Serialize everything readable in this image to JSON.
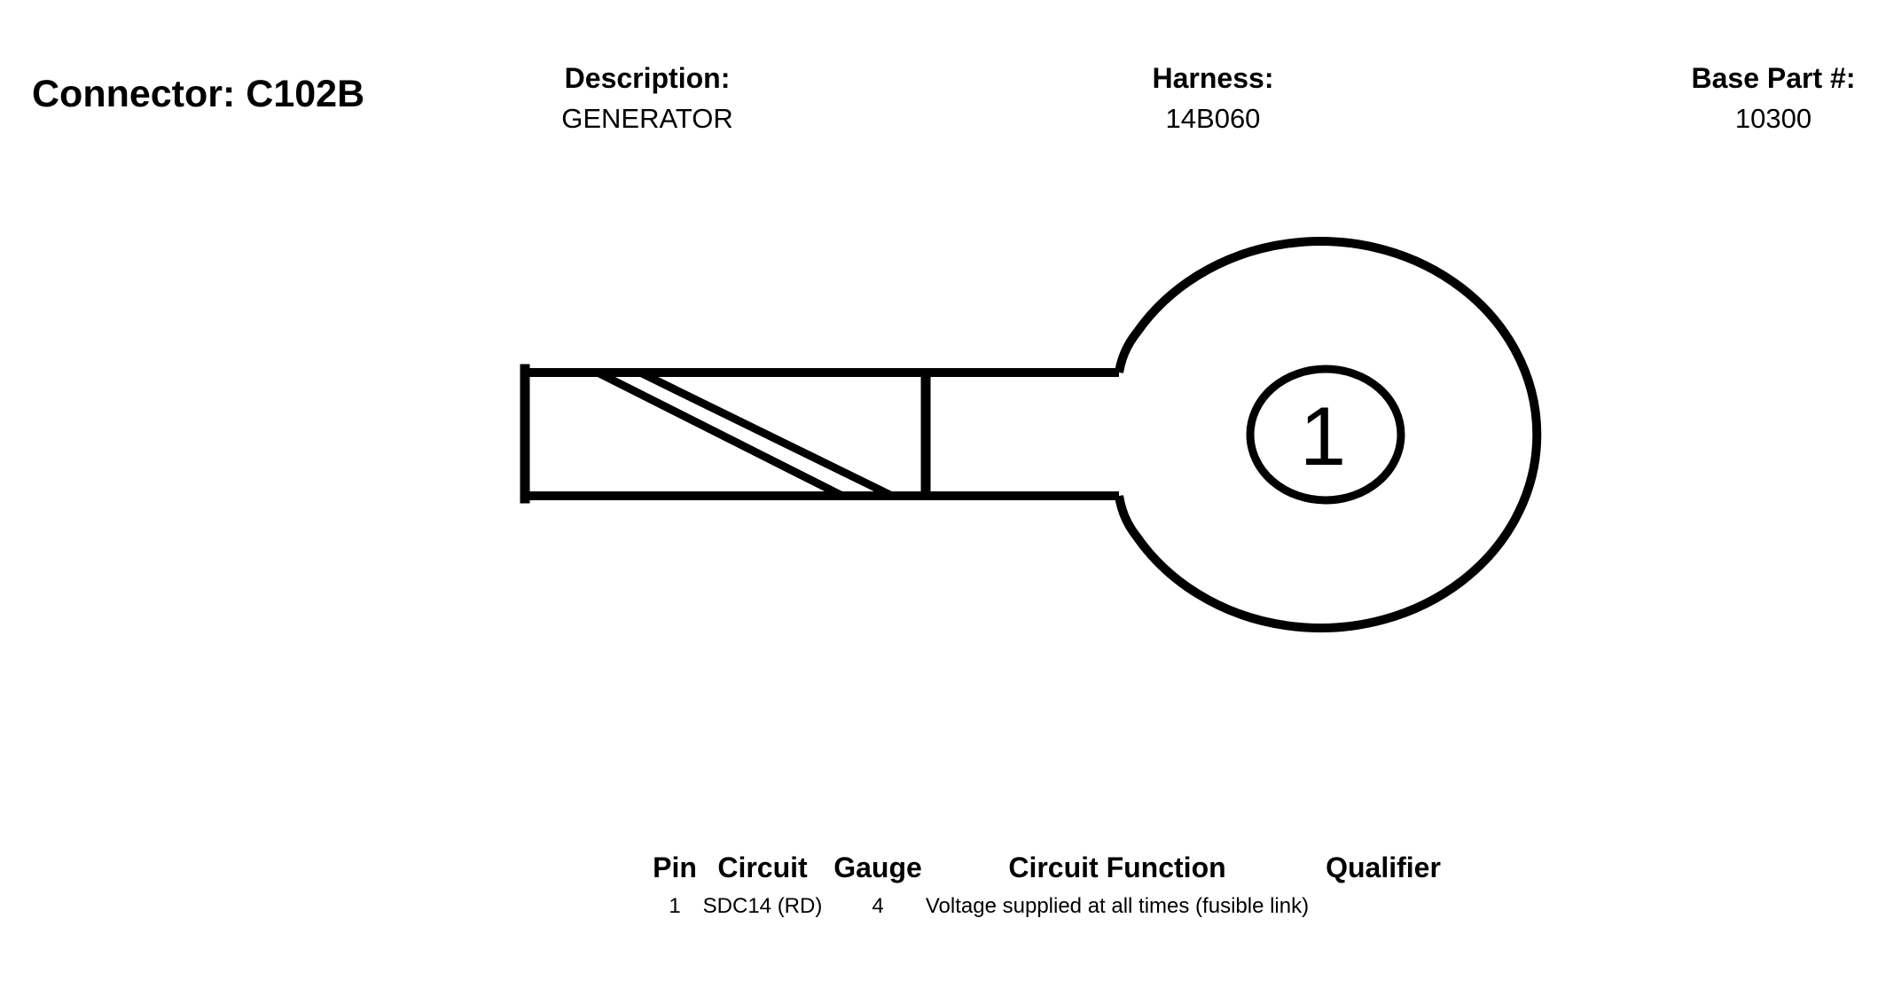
{
  "connector": {
    "title": "Connector: C102B"
  },
  "header": {
    "description_label": "Description:",
    "description_value": "GENERATOR",
    "harness_label": "Harness:",
    "harness_value": "14B060",
    "base_part_label": "Base Part #:",
    "base_part_value": "10300"
  },
  "diagram": {
    "pin_number": "1"
  },
  "table": {
    "headers": {
      "pin": "Pin",
      "circuit": "Circuit",
      "gauge": "Gauge",
      "function": "Circuit Function",
      "qualifier": "Qualifier"
    },
    "rows": [
      {
        "pin": "1",
        "circuit": "SDC14 (RD)",
        "gauge": "4",
        "function": "Voltage supplied at all times (fusible link)",
        "qualifier": ""
      }
    ]
  }
}
